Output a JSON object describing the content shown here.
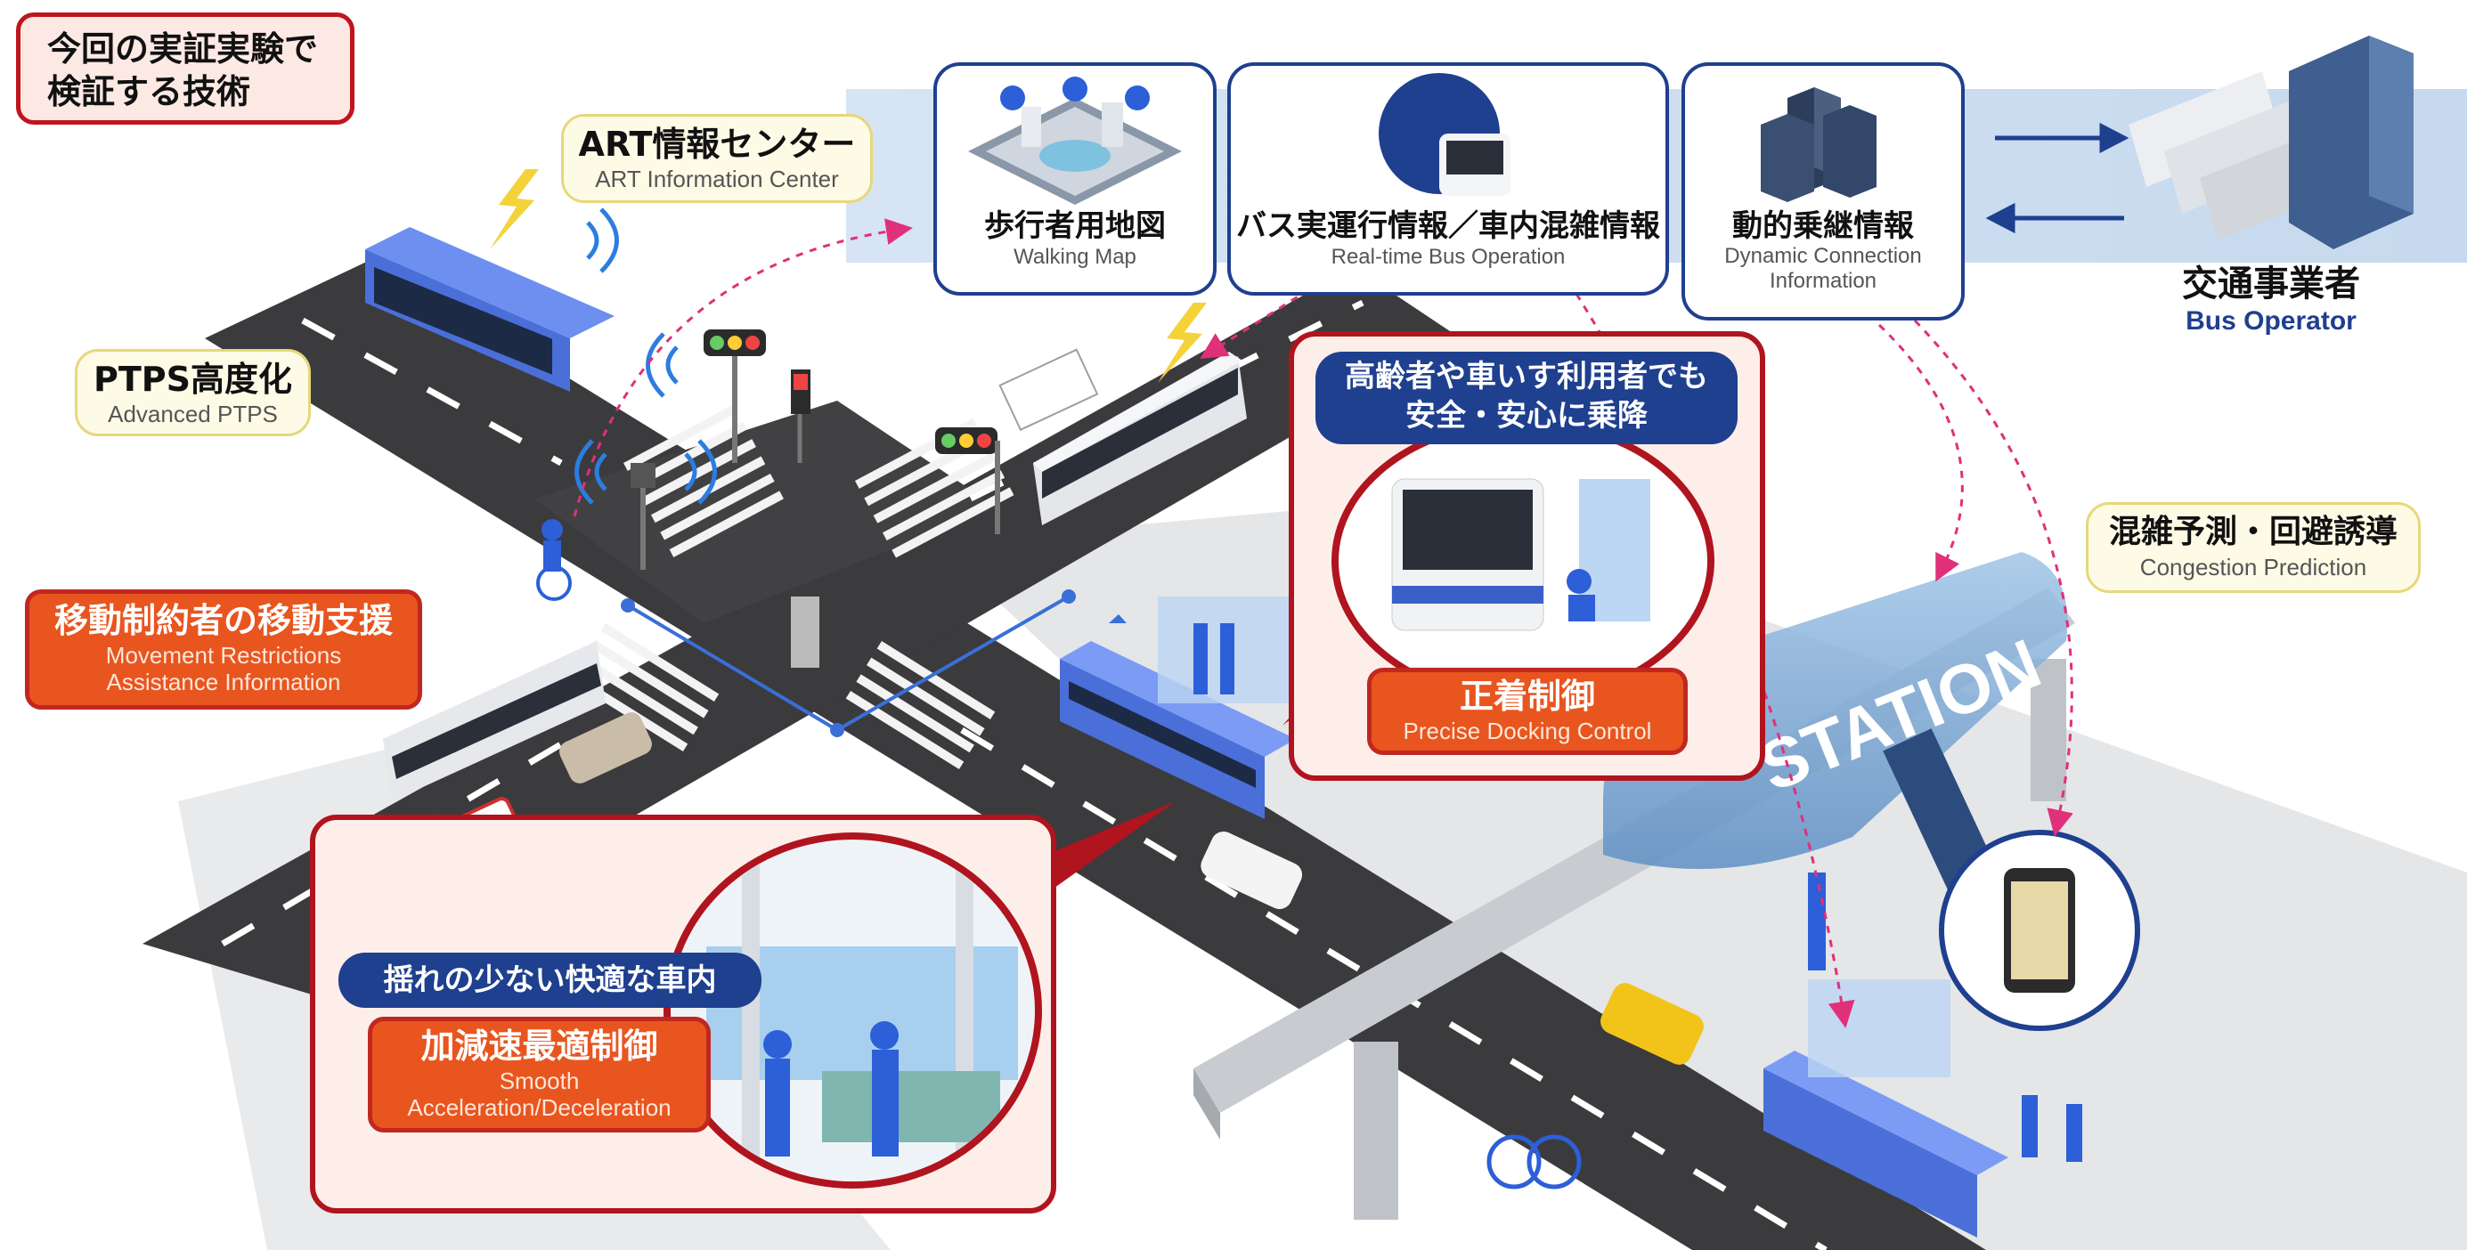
{
  "title_box": {
    "line1": "今回の実証実験で",
    "line2": "検証する技術"
  },
  "art_center": {
    "jp": "ART情報センター",
    "en": "ART Information Center"
  },
  "ptps": {
    "jp": "PTPS高度化",
    "en": "Advanced PTPS"
  },
  "mobility_support": {
    "jp": "移動制約者の移動支援",
    "en1": "Movement Restrictions",
    "en2": "Assistance Information"
  },
  "walking_map": {
    "jp": "歩行者用地図",
    "en": "Walking Map"
  },
  "bus_operation": {
    "jp": "バス実運行情報／車内混雑情報",
    "en": "Real-time Bus Operation"
  },
  "dynamic_connection": {
    "jp": "動的乗継情報",
    "en1": "Dynamic Connection",
    "en2": "Information"
  },
  "bus_operator": {
    "jp": "交通事業者",
    "en": "Bus Operator"
  },
  "safe_boarding": {
    "line1": "高齢者や車いす利用者でも",
    "line2": "安全・安心に乗降"
  },
  "precise_docking": {
    "jp": "正着制御",
    "en": "Precise Docking Control"
  },
  "congestion": {
    "jp": "混雑予測・回避誘導",
    "en": "Congestion Prediction"
  },
  "comfortable_ride": {
    "jp": "揺れの少ない快適な車内"
  },
  "smooth_accel": {
    "jp": "加減速最適制御",
    "en1": "Smooth",
    "en2": "Acceleration/Deceleration"
  },
  "station_sign": "STATION",
  "colors": {
    "navy": "#1f3f8f",
    "red": "#b0141e",
    "orange": "#e8551f",
    "pink": "#e0307a",
    "bus_blue": "#4a6fd8"
  }
}
